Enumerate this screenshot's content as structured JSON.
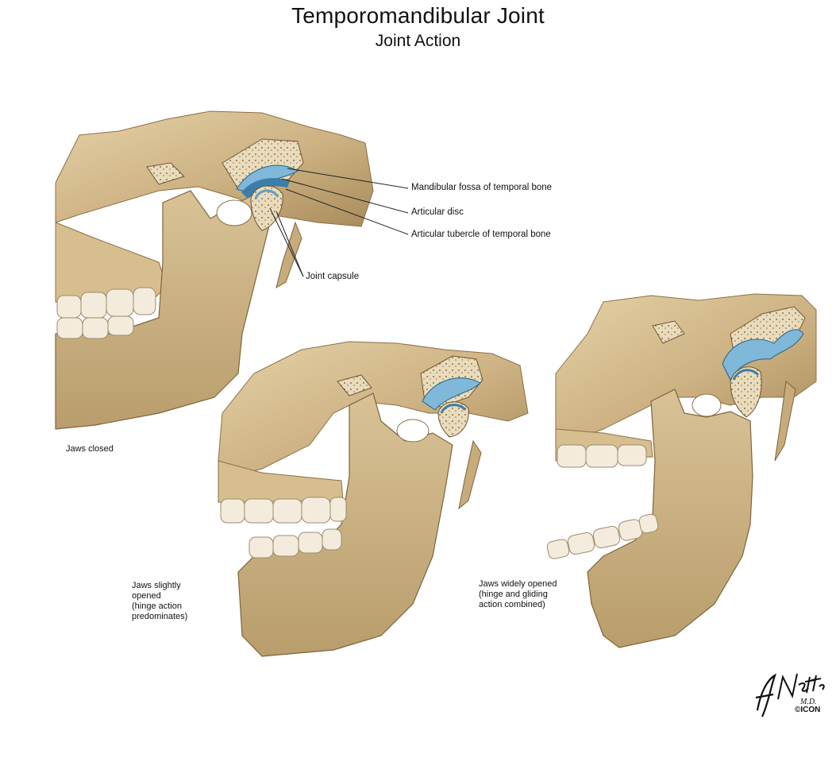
{
  "title": "Temporomandibular Joint",
  "subtitle": "Joint Action",
  "labels": {
    "mandibular_fossa": "Mandibular fossa of temporal bone",
    "articular_disc": "Articular disc",
    "articular_tubercle": "Articular tubercle of temporal bone",
    "joint_capsule": "Joint capsule"
  },
  "captions": {
    "closed": [
      "Jaws closed"
    ],
    "slightly_opened": [
      "Jaws slightly",
      "opened",
      "(hinge action",
      "predominates)"
    ],
    "widely_opened": [
      "Jaws widely opened",
      "(hinge and gliding",
      "action combined)"
    ]
  },
  "signature": {
    "name": "F. Netter M.D.",
    "copyright": "©ICON"
  },
  "colors": {
    "bone": "#d2b98c",
    "bone_shadow": "#a88c5c",
    "cartilage": "#7fb8d8",
    "marrow": "#e8dcc0"
  }
}
